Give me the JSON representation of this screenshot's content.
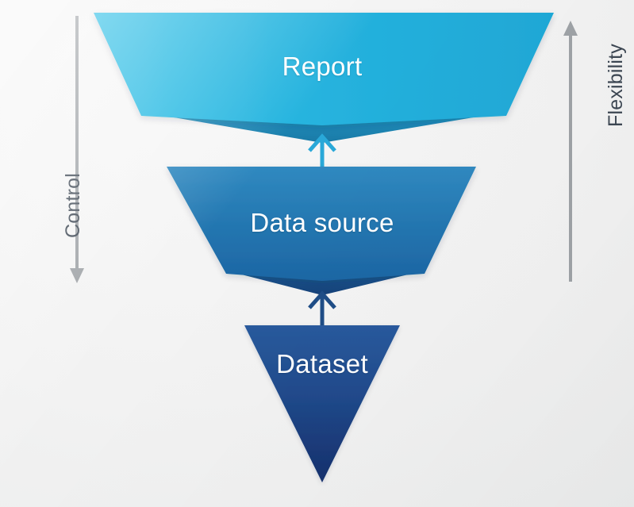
{
  "diagram": {
    "type": "inverted-funnel",
    "background_color": "#f2f2f2",
    "axes": [
      {
        "id": "control",
        "label": "Control",
        "direction": "down",
        "color": "#9ea2a6",
        "side": "left",
        "meaning": "Control increases downward toward Dataset"
      },
      {
        "id": "flexibility",
        "label": "Flexibility",
        "direction": "up",
        "color": "#9ea2a6",
        "side": "right",
        "meaning": "Flexibility increases upward toward Report"
      }
    ],
    "stages": [
      {
        "id": "report",
        "label": "Report",
        "order": 1,
        "position": "top",
        "shape": "inverted-trapezoid",
        "fill_top": "#2fc0e6",
        "fill_bottom": "#1fa6d4",
        "shadow_color": "#1d86b5"
      },
      {
        "id": "data-source",
        "label": "Data source",
        "order": 2,
        "position": "middle",
        "shape": "inverted-trapezoid",
        "fill_top": "#2f86be",
        "fill_bottom": "#1f66a6",
        "shadow_color": "#17457e"
      },
      {
        "id": "dataset",
        "label": "Dataset",
        "order": 3,
        "position": "bottom",
        "shape": "inverted-triangle",
        "fill_top": "#27589a",
        "fill_bottom": "#17306e",
        "shadow_color": "#15306b"
      }
    ],
    "connectors": [
      {
        "id": "dataset-to-data-source",
        "from": "dataset",
        "to": "data-source",
        "direction": "up",
        "color": "#1f4d87"
      },
      {
        "id": "data-source-to-report",
        "from": "data-source",
        "to": "report",
        "direction": "up",
        "color": "#29a8d8"
      }
    ],
    "label_text_color": "#ffffff",
    "axis_text_color": "#3d4753"
  }
}
